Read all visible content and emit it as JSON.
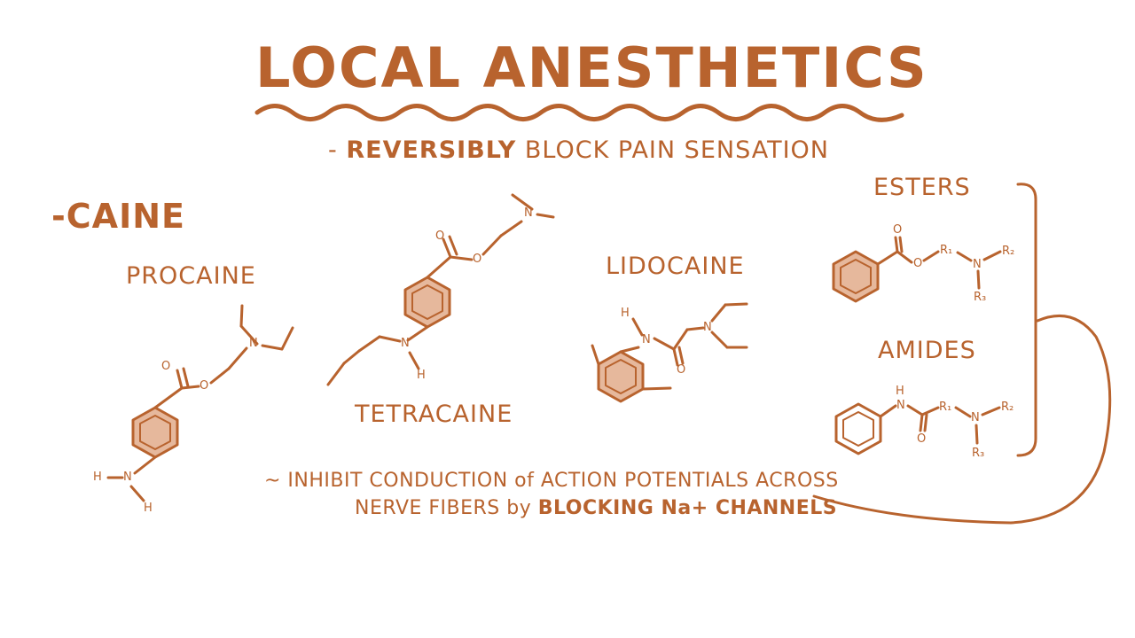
{
  "title": "LOCAL ANESTHETICS",
  "subtitle": {
    "prefix": "- ",
    "emphasis": "REVERSIBLY",
    "rest": " BLOCK PAIN SENSATION"
  },
  "suffix_label": "-CAINE",
  "drugs": {
    "procaine": "PROCAINE",
    "tetracaine": "TETRACAINE",
    "lidocaine": "LIDOCAINE"
  },
  "classes": {
    "esters": "ESTERS",
    "amides": "AMIDES"
  },
  "mechanism": {
    "line1": "~ INHIBIT CONDUCTION of ACTION POTENTIALS ACROSS",
    "line2_prefix": "NERVE FIBERS by ",
    "line2_emphasis": "BLOCKING Na+ CHANNELS"
  },
  "atoms": {
    "O": "O",
    "N": "N",
    "H": "H",
    "R1": "R₁",
    "R2": "R₂",
    "R3": "R₃"
  },
  "colors": {
    "ink": "#b8632e",
    "ring_fill": "#e6b89c",
    "background": "#ffffff"
  }
}
